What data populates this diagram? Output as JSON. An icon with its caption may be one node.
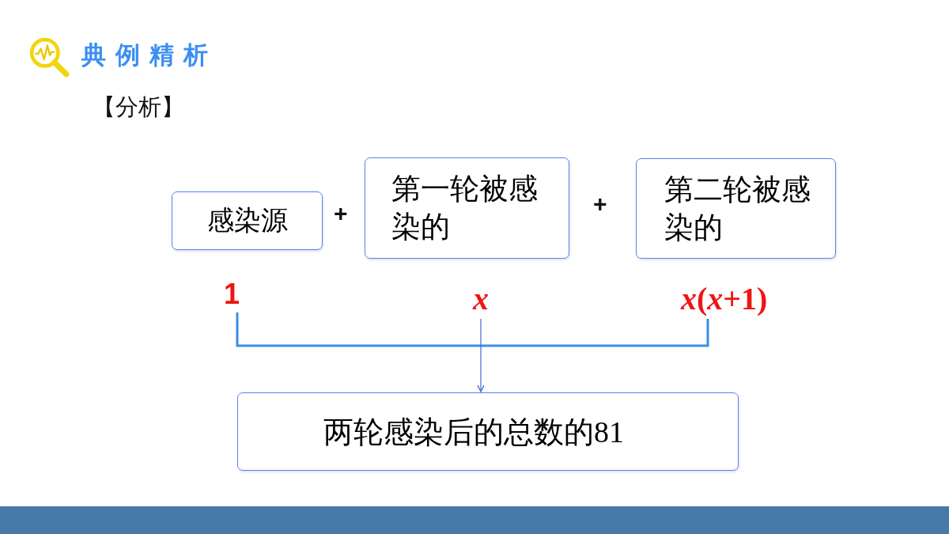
{
  "diagram": {
    "title": "典例精析",
    "nodes": [
      {
        "text": [
          "感染源"
        ]
      },
      {
        "text": [
          "第一轮被感染的"
        ]
      },
      {
        "text": [
          "第二轮被感染的"
        ]
      },
      {
        "text": [
          "1"
        ]
      },
      {
        "text": [
          "x"
        ]
      },
      {
        "text": [
          "*x*(*x*+1)"
        ]
      },
      {
        "text": [
          "两轮感染后的总数的81"
        ]
      }
    ],
    "edges": [
      {
        "from": 3,
        "to": 6,
        "arrow": "to"
      },
      {
        "from": 4,
        "to": 6,
        "arrow": "to"
      },
      {
        "from": 5,
        "to": 6,
        "arrow": "to"
      }
    ],
    "labels": [
      "【分析】",
      "+",
      "+"
    ]
  }
}
